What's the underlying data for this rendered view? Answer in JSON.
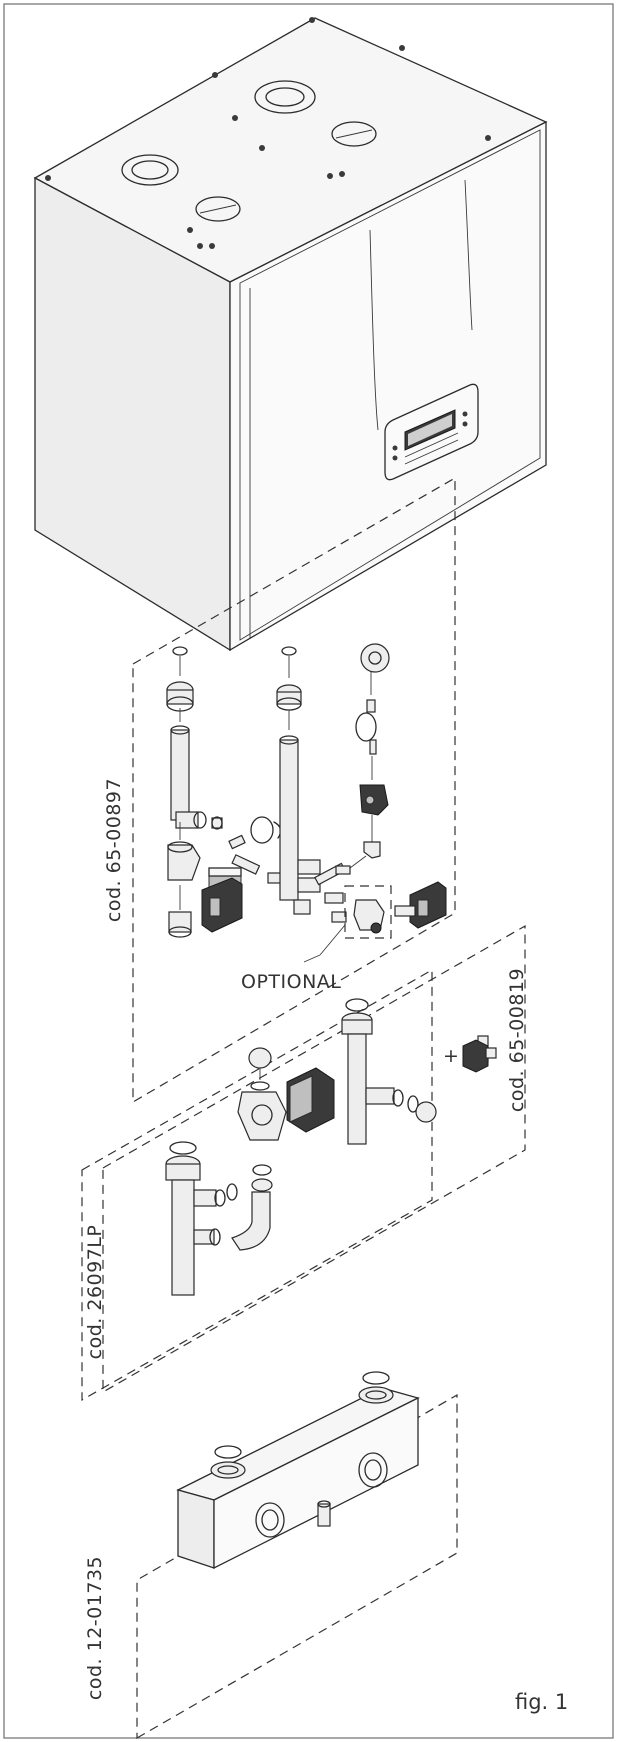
{
  "labels": {
    "code_a": "cod. 65-00897",
    "code_b": "cod. 65-00819",
    "code_c": "cod. 26097LP",
    "code_d": "cod. 12-01735",
    "optional": "OPTIONAL",
    "plus": "+",
    "figure": "fig. 1"
  }
}
